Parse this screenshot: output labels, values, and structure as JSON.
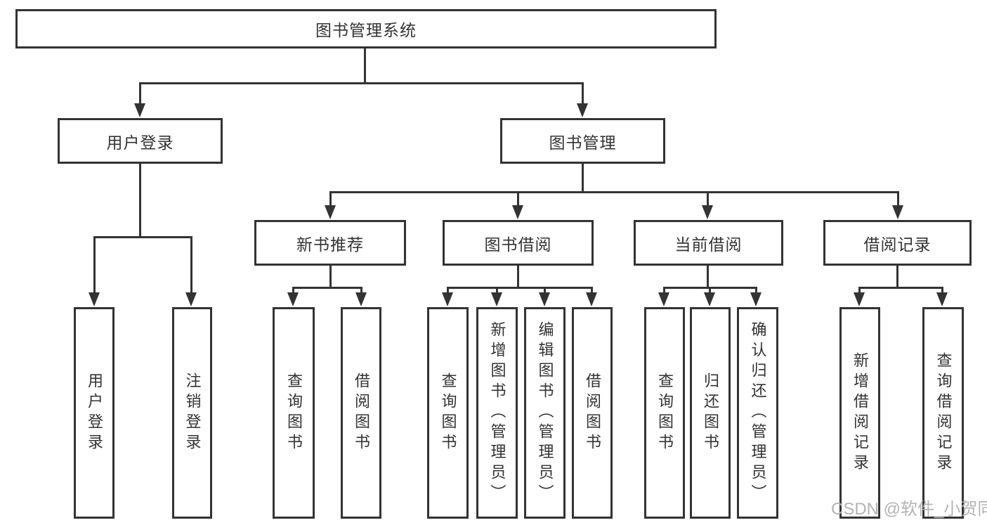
{
  "root": {
    "label": "图书管理系统"
  },
  "level2": {
    "user_login": {
      "label": "用户登录"
    },
    "book_mgmt": {
      "label": "图书管理"
    }
  },
  "level3": {
    "new_books": {
      "label": "新书推荐"
    },
    "book_borrow": {
      "label": "图书借阅"
    },
    "current_borrow": {
      "label": "当前借阅"
    },
    "borrow_records": {
      "label": "借阅记录"
    }
  },
  "leaves": {
    "user_login": {
      "label": "用户登录"
    },
    "logout": {
      "label": "注销登录"
    },
    "nb_search": {
      "label": "查询图书"
    },
    "nb_borrow": {
      "label": "借阅图书"
    },
    "bb_search": {
      "label": "查询图书"
    },
    "bb_add": {
      "label": "新增图书（管理员）"
    },
    "bb_edit": {
      "label": "编辑图书（管理员）"
    },
    "bb_borrow": {
      "label": "借阅图书"
    },
    "cb_search": {
      "label": "查询图书"
    },
    "cb_return": {
      "label": "归还图书"
    },
    "cb_confirm": {
      "label": "确认归还（管理员）"
    },
    "br_add": {
      "label": "新增借阅记录"
    },
    "br_search": {
      "label": "查询借阅记录"
    }
  },
  "watermark": {
    "text": "CSDN @软件_小贺同学"
  },
  "colors": {
    "line": "#333333",
    "box_border": "#333333",
    "text": "#333333",
    "watermark": "#b3b3b3",
    "background": "#ffffff"
  }
}
